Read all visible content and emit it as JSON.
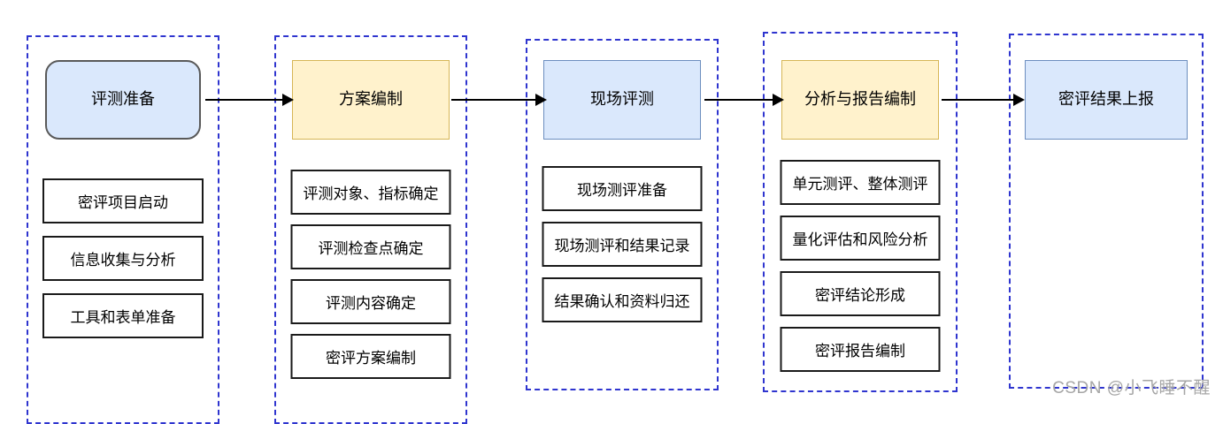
{
  "watermark": "CSDN @小飞睡不醒",
  "colors": {
    "container_border": "#2f35cf",
    "blue_fill": "#dae8fc",
    "blue_border": "#6c8ebf",
    "yellow_fill": "#fff2cc",
    "yellow_border": "#d6b656",
    "rounded_border": "#595959",
    "step_border": "#1a1a1a",
    "arrow": "#000000",
    "watermark": "#a6a6a6"
  },
  "flow": {
    "columns": [
      {
        "header": "评测准备",
        "style": "blue-rounded",
        "steps": [
          "密评项目启动",
          "信息收集与分析",
          "工具和表单准备"
        ]
      },
      {
        "header": "方案编制",
        "style": "yellow",
        "steps": [
          "评测对象、指标确定",
          "评测检查点确定",
          "评测内容确定",
          "密评方案编制"
        ]
      },
      {
        "header": "现场评测",
        "style": "blue",
        "steps": [
          "现场测评准备",
          "现场测评和结果记录",
          "结果确认和资料归还"
        ]
      },
      {
        "header": "分析与报告编制",
        "style": "yellow",
        "steps": [
          "单元测评、整体测评",
          "量化评估和风险分析",
          "密评结论形成",
          "密评报告编制"
        ]
      },
      {
        "header": "密评结果上报",
        "style": "blue",
        "steps": []
      }
    ]
  }
}
